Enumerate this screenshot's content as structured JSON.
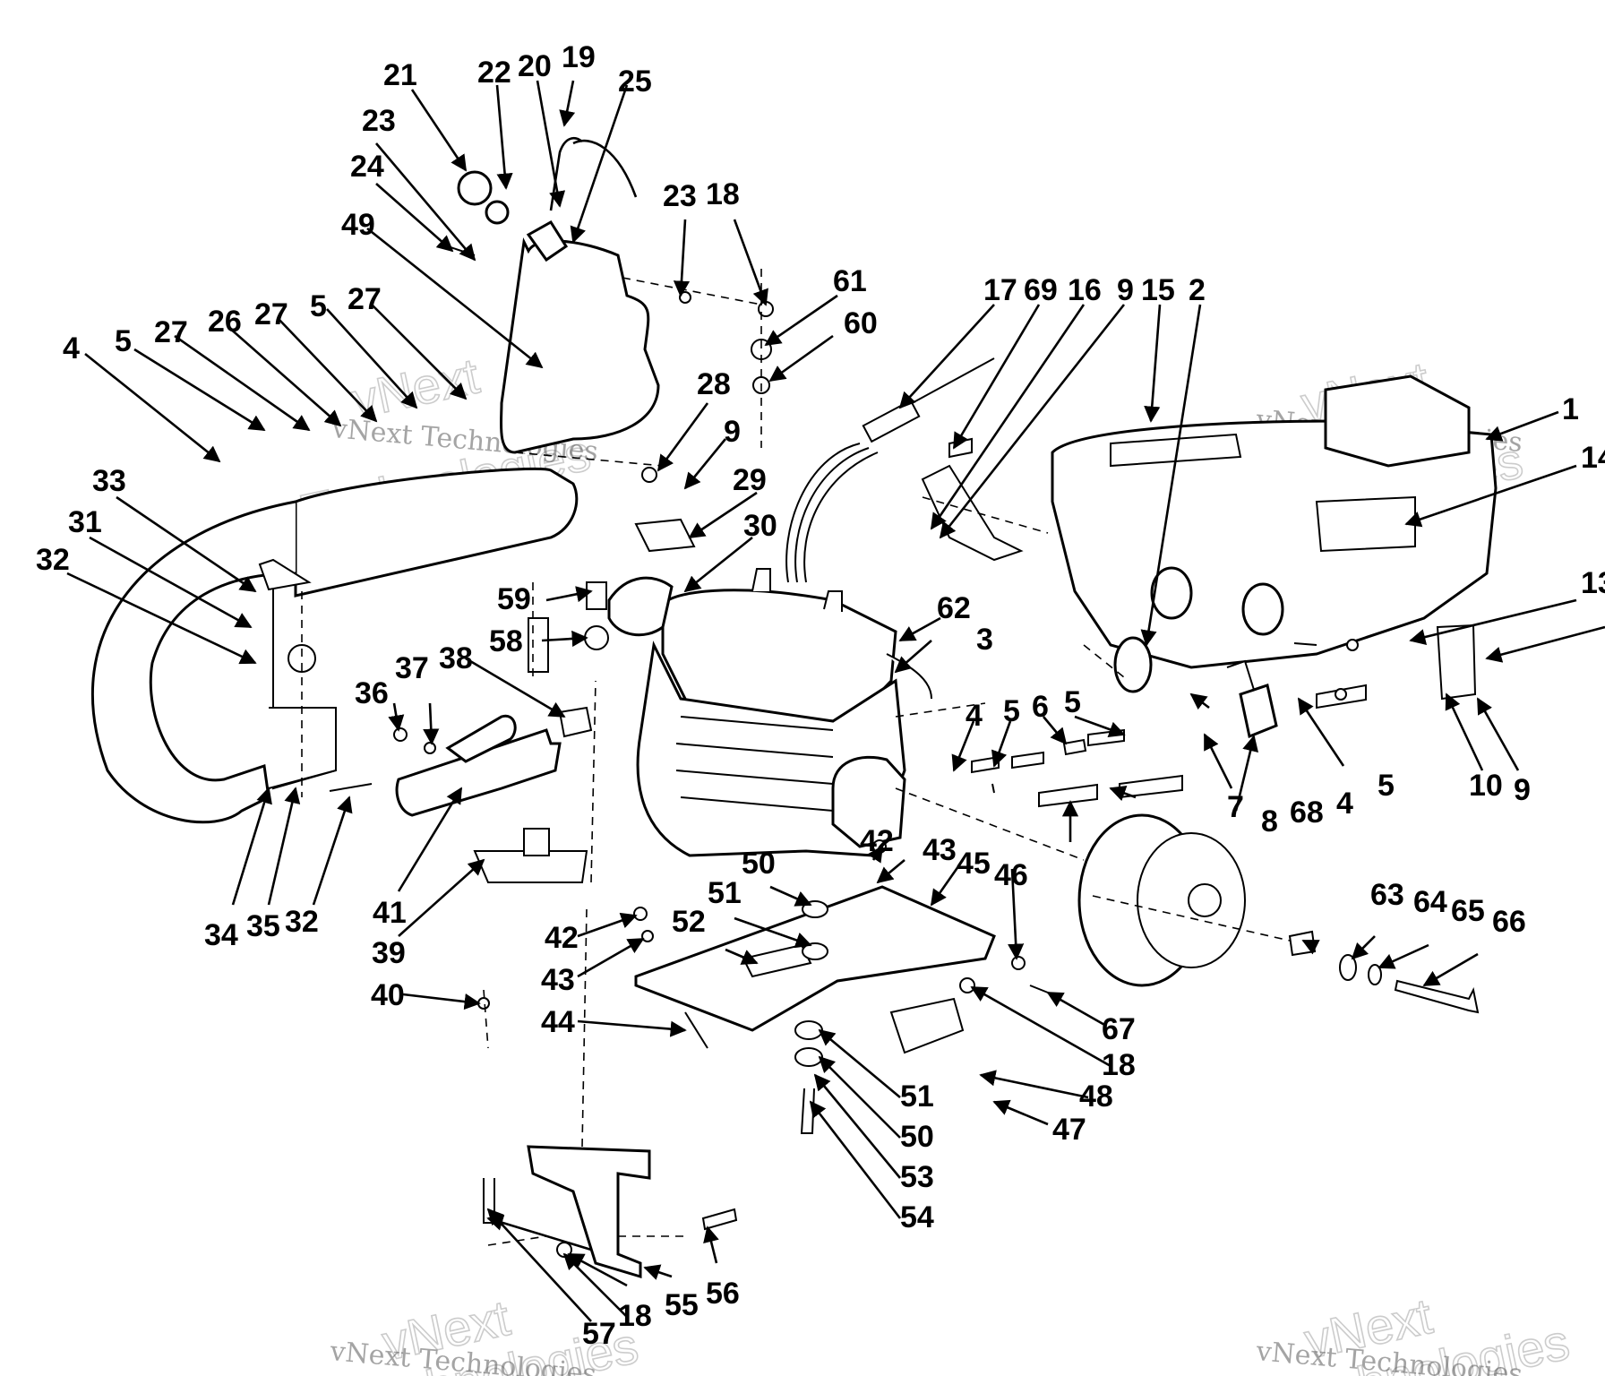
{
  "watermark": {
    "brand": "vNext",
    "tagline": "Technologies",
    "full": "vNext Technologies",
    "color": "#5a5a5a"
  },
  "callouts": [
    "1",
    "2",
    "3",
    "4",
    "4",
    "4",
    "5",
    "5",
    "5",
    "5",
    "5",
    "6",
    "7",
    "8",
    "9",
    "9",
    "9",
    "9",
    "10",
    "13",
    "14",
    "15",
    "16",
    "17",
    "18",
    "18",
    "18",
    "18",
    "19",
    "20",
    "21",
    "22",
    "23",
    "23",
    "24",
    "25",
    "26",
    "27",
    "27",
    "27",
    "28",
    "29",
    "30",
    "31",
    "32",
    "32",
    "33",
    "34",
    "35",
    "36",
    "37",
    "38",
    "39",
    "40",
    "41",
    "42",
    "42",
    "43",
    "43",
    "44",
    "45",
    "46",
    "47",
    "48",
    "49",
    "50",
    "50",
    "51",
    "51",
    "52",
    "53",
    "54",
    "55",
    "56",
    "57",
    "58",
    "59",
    "60",
    "61",
    "62",
    "63",
    "64",
    "65",
    "66",
    "67",
    "68",
    "69"
  ],
  "icons": [
    "leader-arrow-icon",
    "bolt-icon",
    "nut-icon",
    "washer-icon"
  ]
}
